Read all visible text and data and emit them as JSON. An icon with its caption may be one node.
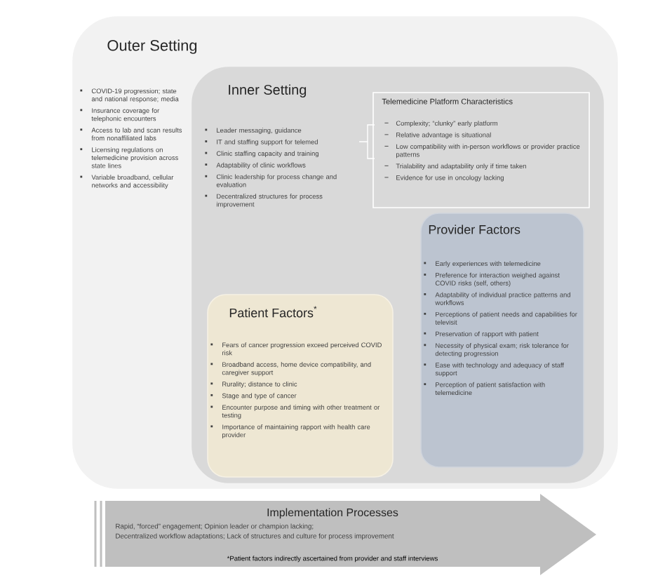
{
  "diagram": {
    "nodes": [
      {
        "text": [
          "Outer Setting",
          "COVID-19 progression; state and national response; media",
          "Insurance coverage for telephonic encounters",
          "Access to lab and scan results from nonaffiliated labs",
          "Licensing regulations on telemedicine provision across state lines",
          "Variable broadband, cellular networks and accessibility"
        ]
      },
      {
        "text": [
          "Inner Setting",
          "Leader messaging, guidance",
          "IT and staffing support for telemed",
          "Clinic staffing capacity and training",
          "Adaptability of clinic workflows",
          "Clinic leadership for process change and evaluation",
          "Decentralized structures for process improvement"
        ],
        "in": 0
      },
      {
        "text": [
          "Telemedicine Platform Characteristics",
          "Complexity; “clunky” early platform",
          "Relative advantage is situational",
          "Low compatibility with in-person workflows or provider practice patterns",
          "Trialability and adaptability only if time taken",
          "Evidence for use in oncology lacking"
        ],
        "in": 1
      },
      {
        "text": [
          "Provider Factors",
          "Early experiences with telemedicine",
          "Preference for interaction weighed against COVID risks (self, others)",
          "Adaptability of individual practice patterns and workflows",
          "Perceptions of patient needs and capabilities for televisit",
          "Preservation of rapport with patient",
          "Necessity of physical exam; risk tolerance for detecting progression",
          "Ease with technology and adequacy of staff support",
          "Perception of patient satisfaction with telemedicine"
        ],
        "in": 1
      },
      {
        "text": [
          "Patient Factors$^{*}$",
          "Fears of cancer progression exceed perceived COVID risk",
          "Broadband access, home device compatibility, and caregiver support",
          "Rurality; distance to clinic",
          "Stage and type of cancer",
          "Encounter purpose and timing with other treatment or testing",
          "Importance of maintaining rapport with health care provider"
        ],
        "in": 1
      },
      {
        "text": [
          "Implementation Processes",
          "Rapid, “forced” engagement; Opinion leader or champion lacking;",
          "Decentralized workflow adaptations; Lack of structures and culture for process improvement"
        ]
      }
    ],
    "labels": [
      "*Patient factors indirectly ascertained from provider and staff interviews"
    ]
  }
}
